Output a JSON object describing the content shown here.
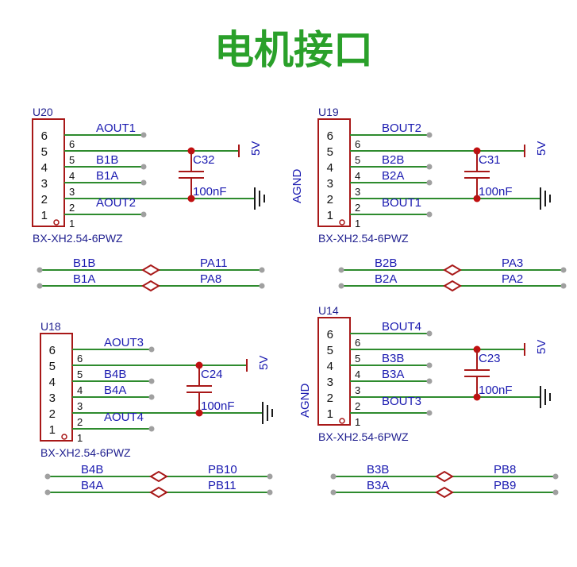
{
  "title": "电机接口",
  "connectors": [
    {
      "ref": "U20",
      "footprint": "BX-XH2.54-6PWZ",
      "nets": [
        "AOUT1",
        "B1B",
        "B1A",
        "AOUT2"
      ],
      "cap": "C32",
      "cap_value": "100nF",
      "vcc": "5V",
      "gnd": "AGND"
    },
    {
      "ref": "U19",
      "footprint": "BX-XH2.54-6PWZ",
      "nets": [
        "BOUT2",
        "B2B",
        "B2A",
        "BOUT1"
      ],
      "cap": "C31",
      "cap_value": "100nF",
      "vcc": "5V",
      "gnd": "AGND"
    },
    {
      "ref": "U18",
      "footprint": "BX-XH2.54-6PWZ",
      "nets": [
        "AOUT3",
        "B4B",
        "B4A",
        "AOUT4"
      ],
      "cap": "C24",
      "cap_value": "100nF",
      "vcc": "5V",
      "gnd": "AGND"
    },
    {
      "ref": "U14",
      "footprint": "BX-XH2.54-6PWZ",
      "nets": [
        "BOUT4",
        "B3B",
        "B3A",
        "BOUT3"
      ],
      "cap": "C23",
      "cap_value": "100nF",
      "vcc": "5V",
      "gnd": "AGND"
    }
  ],
  "pin_numbers": [
    "6",
    "5",
    "4",
    "3",
    "2",
    "1"
  ],
  "net_links": [
    [
      {
        "left": "B1B",
        "right": "PA11"
      },
      {
        "left": "B1A",
        "right": "PA8"
      }
    ],
    [
      {
        "left": "B2B",
        "right": "PA3"
      },
      {
        "left": "B2A",
        "right": "PA2"
      }
    ],
    [
      {
        "left": "B4B",
        "right": "PB10"
      },
      {
        "left": "B4A",
        "right": "PB11"
      }
    ],
    [
      {
        "left": "B3B",
        "right": "PB8"
      },
      {
        "left": "B3A",
        "right": "PB9"
      }
    ]
  ]
}
